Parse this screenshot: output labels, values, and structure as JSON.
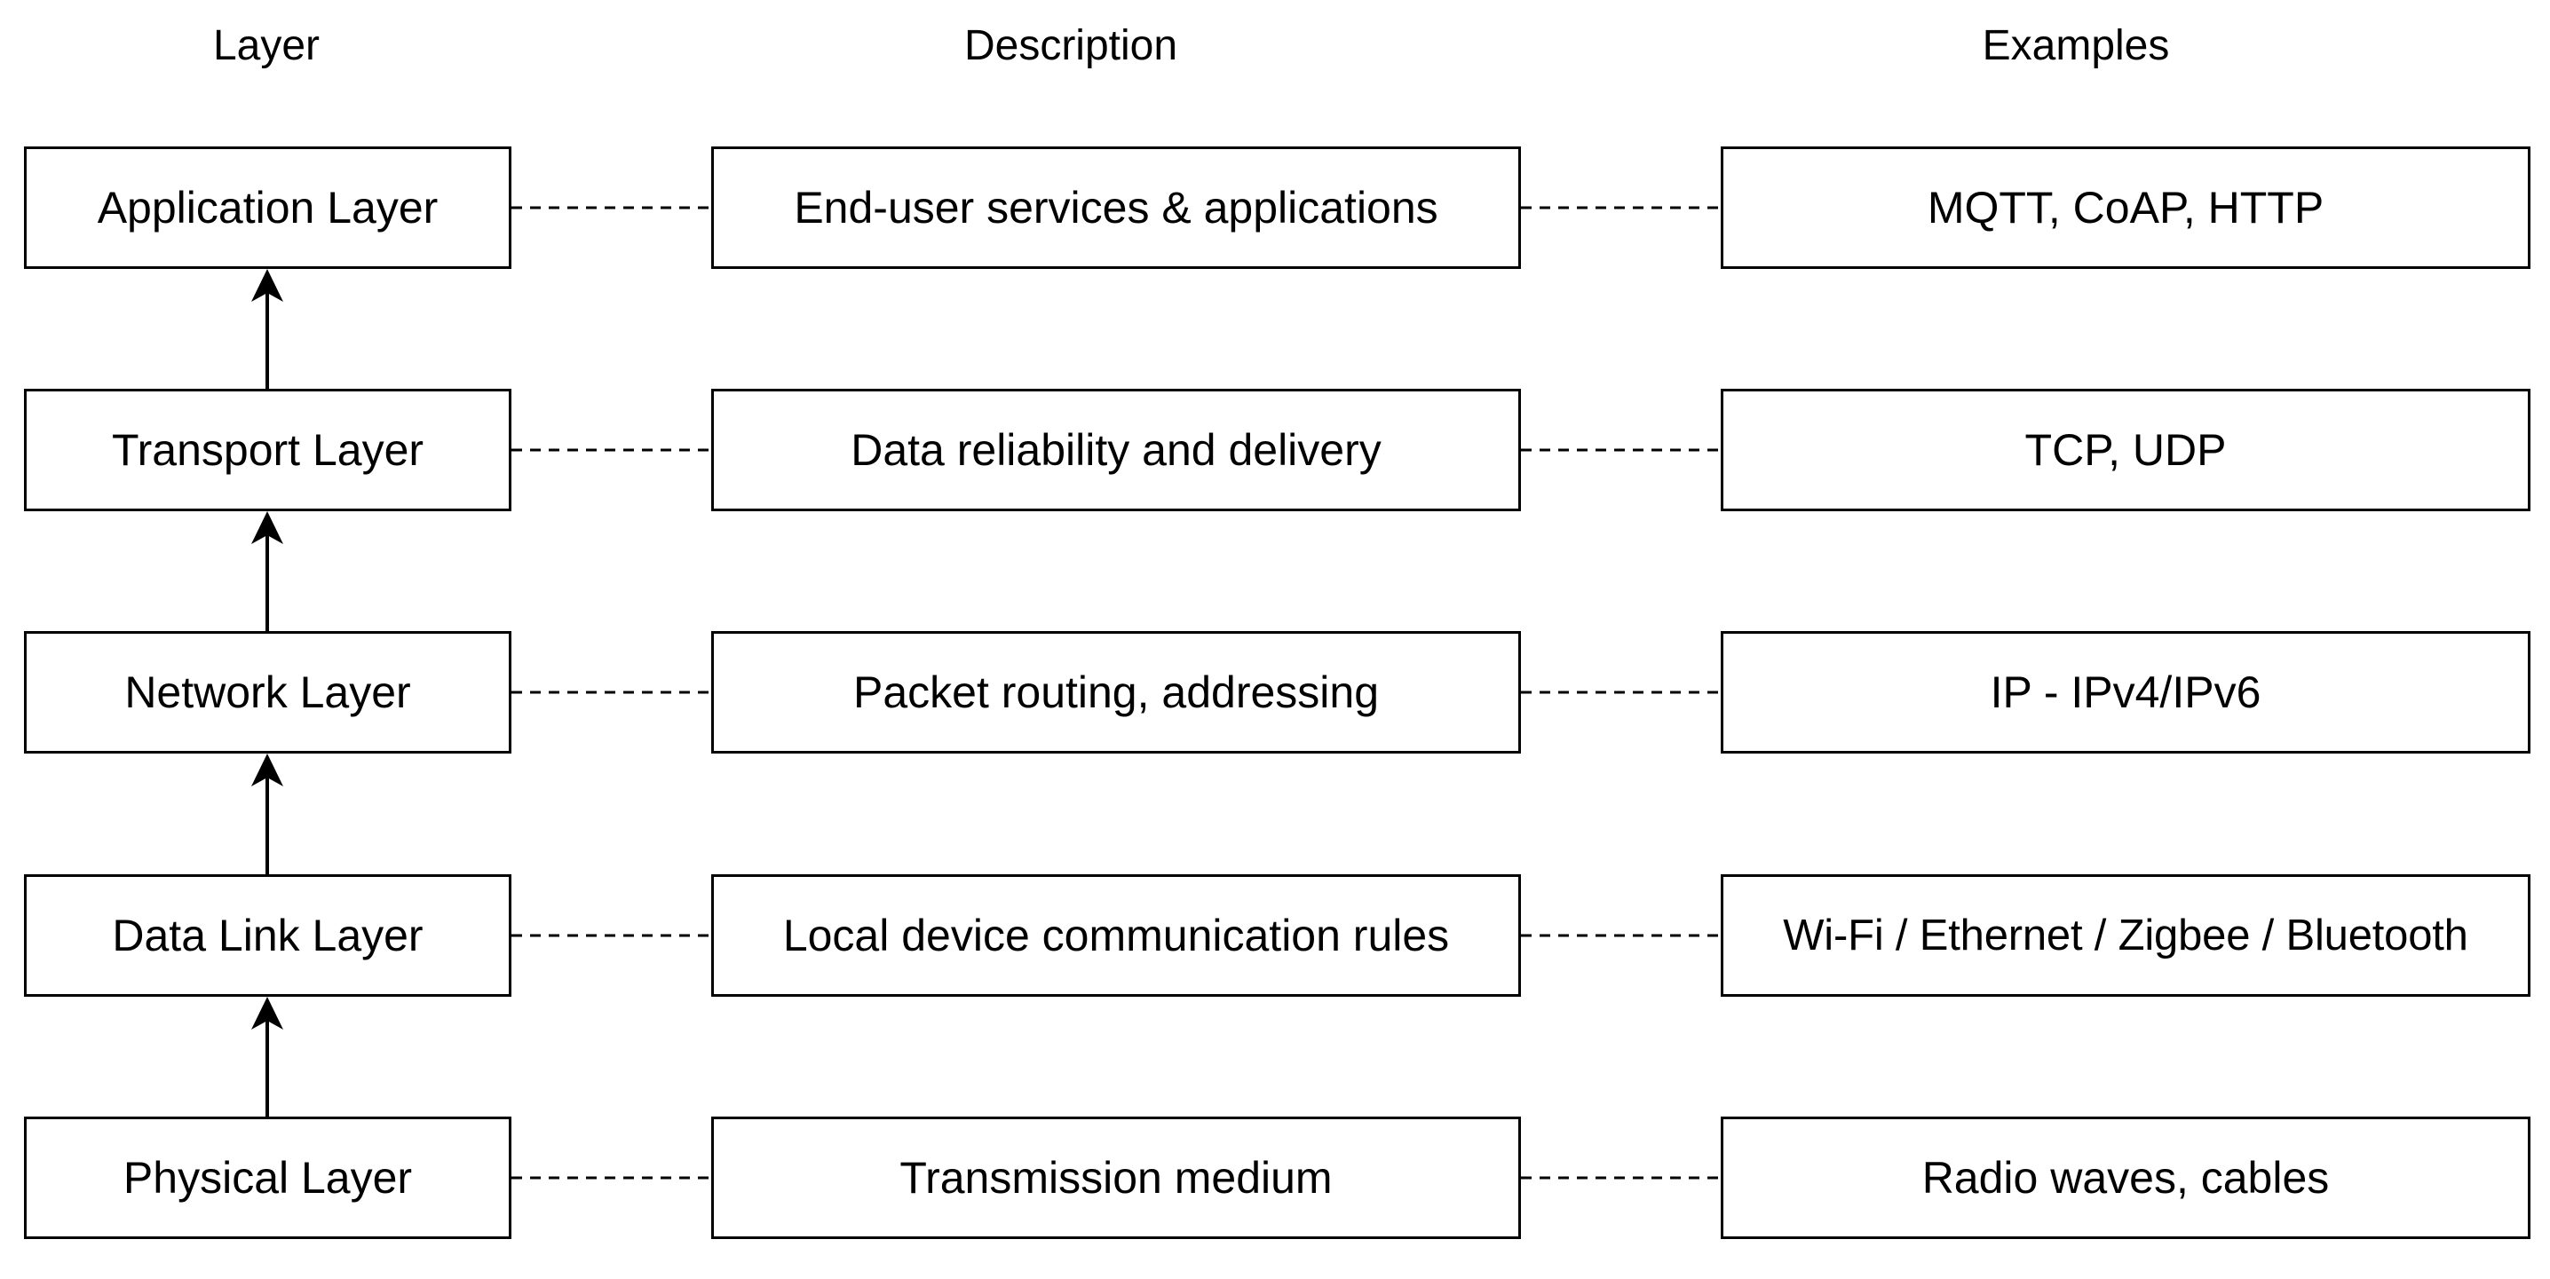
{
  "headers": {
    "layer": "Layer",
    "description": "Description",
    "examples": "Examples"
  },
  "rows": [
    {
      "layer": "Application Layer",
      "description": "End-user services & applications",
      "examples": "MQTT, CoAP, HTTP"
    },
    {
      "layer": "Transport Layer",
      "description": "Data reliability and delivery",
      "examples": "TCP, UDP"
    },
    {
      "layer": "Network Layer",
      "description": "Packet routing, addressing",
      "examples": "IP - IPv4/IPv6"
    },
    {
      "layer": "Data Link Layer",
      "description": "Local device communication rules",
      "examples": "Wi-Fi / Ethernet / Zigbee / Bluetooth"
    },
    {
      "layer": "Physical Layer",
      "description": "Transmission medium",
      "examples": "Radio waves, cables"
    }
  ]
}
